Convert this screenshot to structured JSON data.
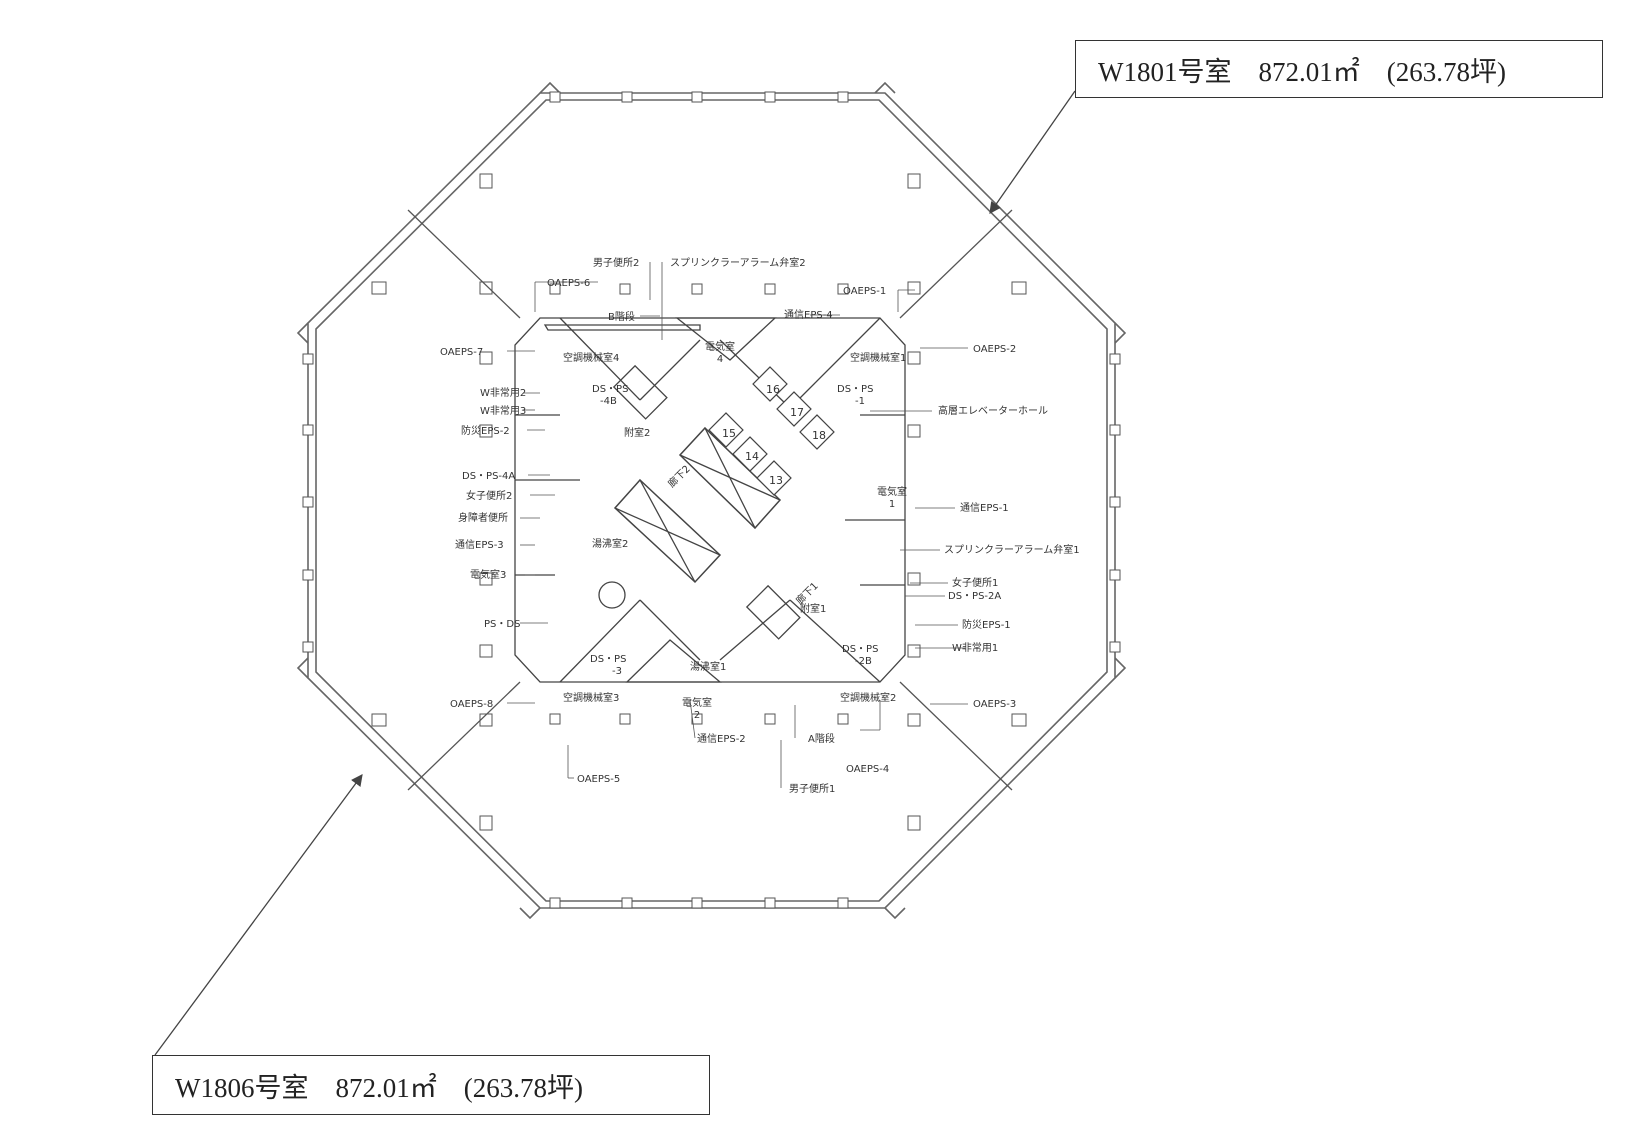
{
  "callouts": {
    "top": "W1801号室　872.01㎡　(263.78坪)",
    "bottom": "W1806号室　872.01㎡　(263.78坪)"
  },
  "labels": {
    "oaeps1": "OAEPS-1",
    "oaeps2": "OAEPS-2",
    "oaeps3": "OAEPS-3",
    "oaeps4": "OAEPS-4",
    "oaeps5": "OAEPS-5",
    "oaeps6": "OAEPS-6",
    "oaeps7": "OAEPS-7",
    "oaeps8": "OAEPS-8",
    "danshi2": "男子便所2",
    "sprinkler2": "スプリンクラーアラーム弁室2",
    "bkaidan": "B階段",
    "tsushin4": "通信EPS-4",
    "denki4a": "電気室",
    "denki4b": "4",
    "kucho4": "空調機械室4",
    "kucho1": "空調機械室1",
    "dsps4b1": "DS・PS",
    "dsps4b2": "-4B",
    "dsps1a": "DS・PS",
    "dsps1b": "-1",
    "whijo2": "W非常用2",
    "whijo3": "W非常用3",
    "bousai2": "防災EPS-2",
    "dsps4a": "DS・PS-4A",
    "joshi2": "女子便所2",
    "shinsho": "身障者便所",
    "tsushin3": "通信EPS-3",
    "denki3": "電気室3",
    "psds": "PS・DS",
    "fuzoku2": "附室2",
    "roka2": "廊下2",
    "fuzoku1": "附室1",
    "roka1": "廊下1",
    "yuto2": "湯沸室2",
    "yuto1": "湯沸室1",
    "kosou": "高層エレベーターホール",
    "tsushin1": "通信EPS-1",
    "denki1a": "電気室",
    "denki1b": "1",
    "sprinkler1": "スプリンクラーアラーム弁室1",
    "joshi1": "女子便所1",
    "dsps2a": "DS・PS-2A",
    "bousai1": "防災EPS-1",
    "whijo1": "W非常用1",
    "dsps2b1": "DS・PS",
    "dsps2b2": "-2B",
    "dsps3a": "DS・PS",
    "dsps3b": "-3",
    "kucho3": "空調機械室3",
    "kucho2": "空調機械室2",
    "denki2a": "電気室",
    "denki2b": "2",
    "tsushin2": "通信EPS-2",
    "akaidan": "A階段",
    "danshi1": "男子便所1"
  },
  "elevators": [
    "13",
    "14",
    "15",
    "16",
    "17",
    "18"
  ]
}
